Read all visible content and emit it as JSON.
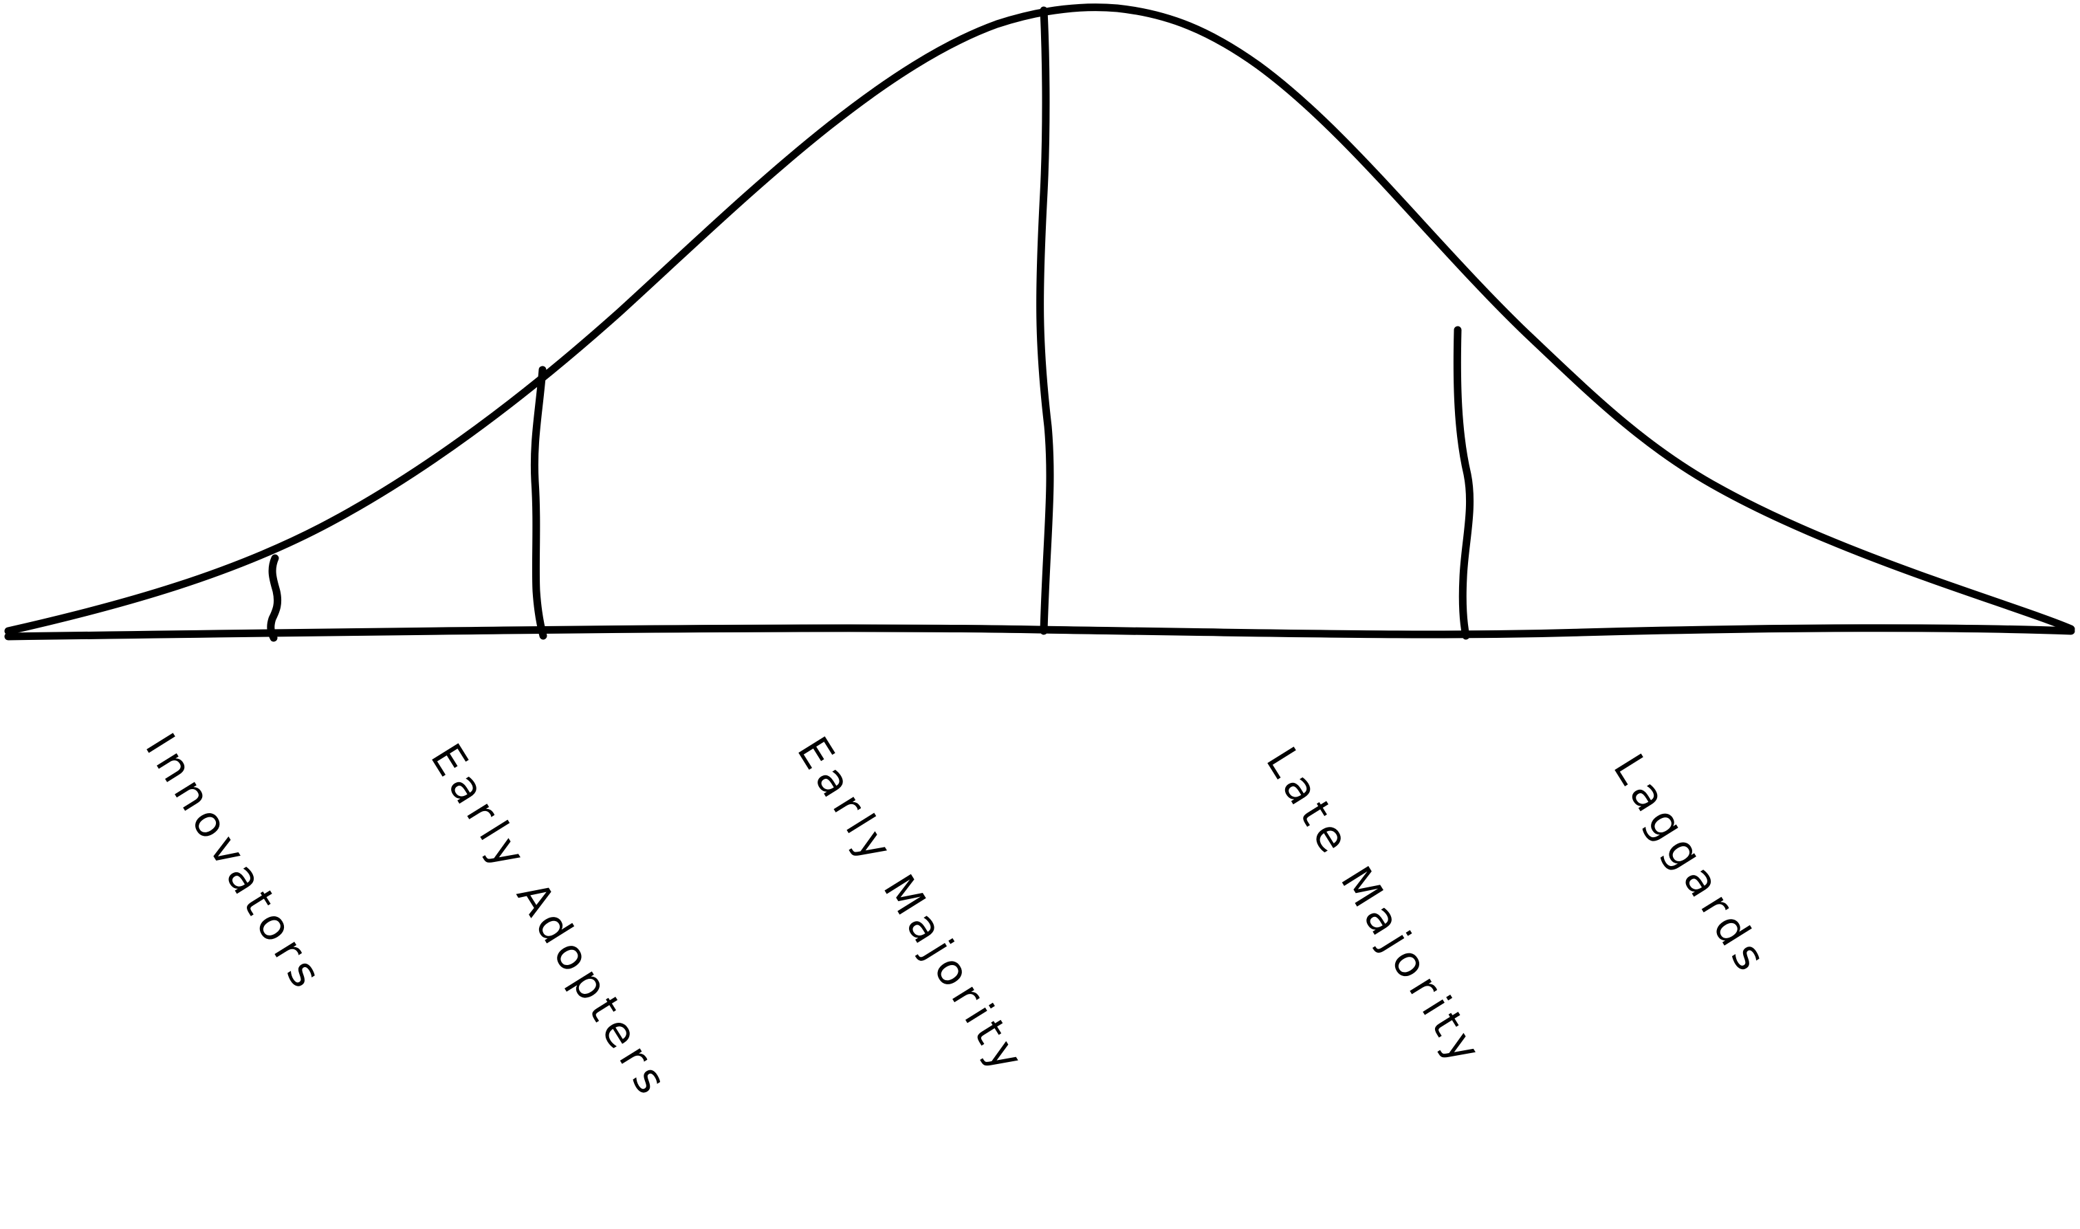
{
  "diagram": {
    "type": "adoption-bell-curve",
    "stroke_color": "#000000",
    "background_color": "#ffffff",
    "segments": [
      {
        "id": "innovators",
        "label": "Innovators"
      },
      {
        "id": "early-adopters",
        "label": "Early Adopters"
      },
      {
        "id": "early-majority",
        "label": "Early Majority"
      },
      {
        "id": "late-majority",
        "label": "Late Majority"
      },
      {
        "id": "laggards",
        "label": "Laggards"
      }
    ]
  }
}
